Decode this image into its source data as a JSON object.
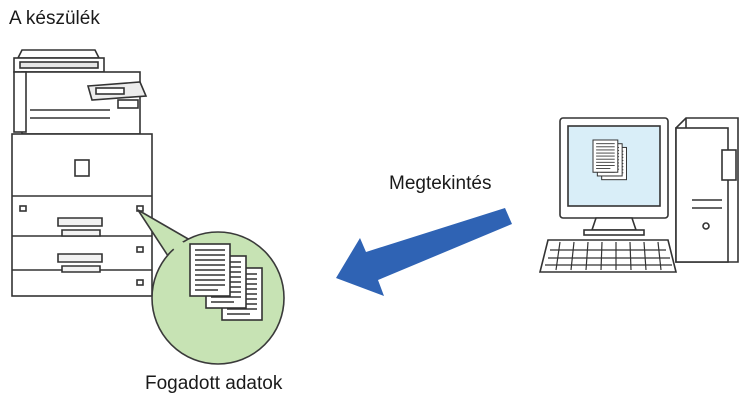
{
  "labels": {
    "device": "A készülék",
    "view": "Megtekintés",
    "received": "Fogadott adatok"
  },
  "colors": {
    "arrow": "#2f63b4",
    "bubble_fill": "#c7e3b4",
    "bubble_stroke": "#3a3a3a",
    "screen": "#d9eef8",
    "outline": "#333333"
  },
  "icons": [
    "printer-icon",
    "documents-icon",
    "arrow-icon",
    "computer-icon"
  ]
}
